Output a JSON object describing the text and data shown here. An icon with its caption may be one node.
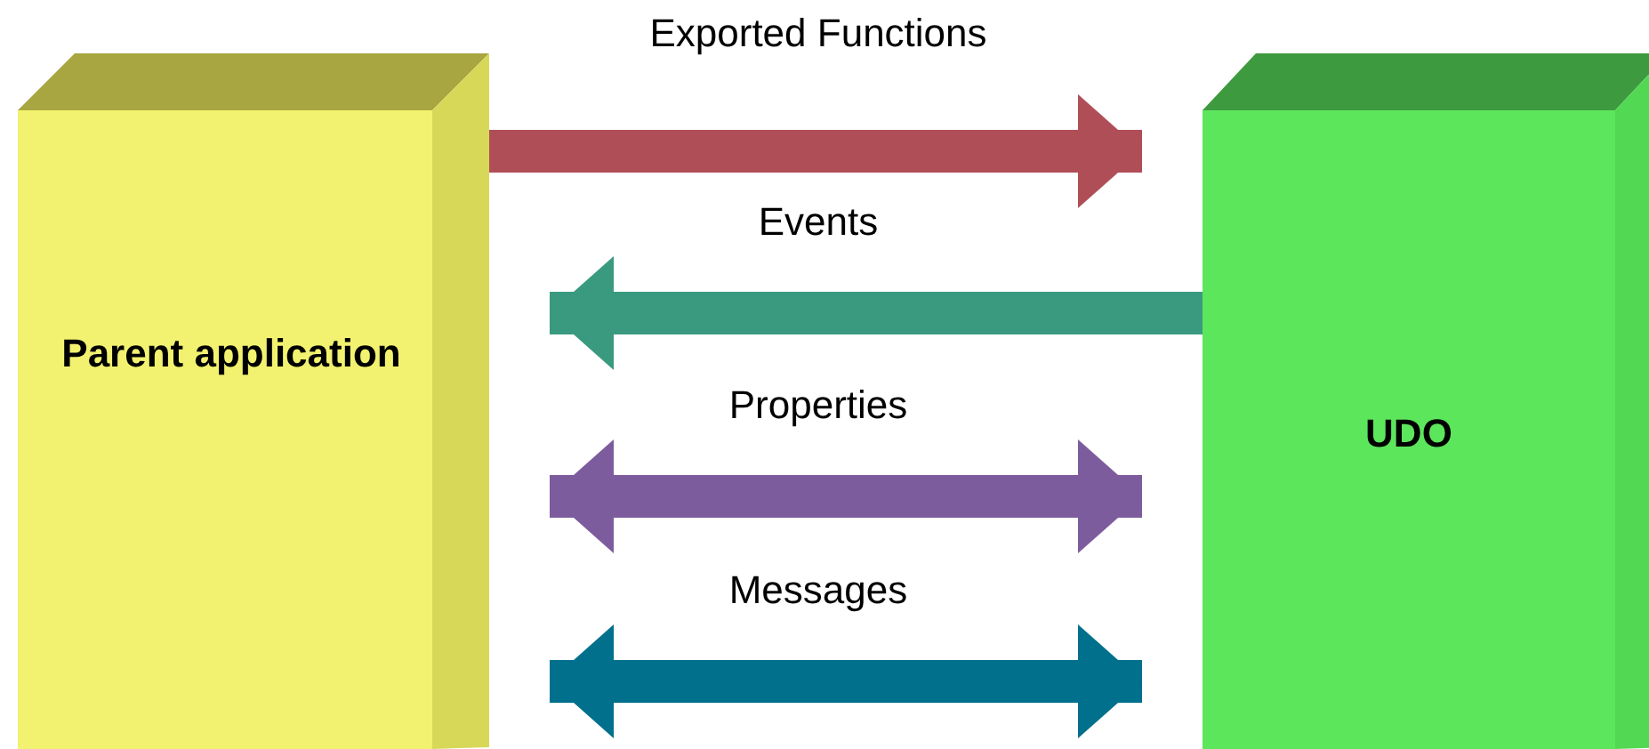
{
  "diagram": {
    "nodes": [
      {
        "text": [
          "Parent application"
        ]
      },
      {
        "text": [
          "UDO"
        ]
      }
    ],
    "edges": [
      {
        "from": 0,
        "to": 1,
        "arrow": "to",
        "label": "Exported Functions",
        "color": "#b04e58"
      },
      {
        "from": 1,
        "to": 0,
        "arrow": "to",
        "label": "Events",
        "color": "#3a9a80"
      },
      {
        "from": 0,
        "to": 1,
        "arrow": "both",
        "label": "Properties",
        "color": "#7d5c9e"
      },
      {
        "from": 0,
        "to": 1,
        "arrow": "both",
        "label": "Messages",
        "color": "#00708c"
      }
    ]
  }
}
